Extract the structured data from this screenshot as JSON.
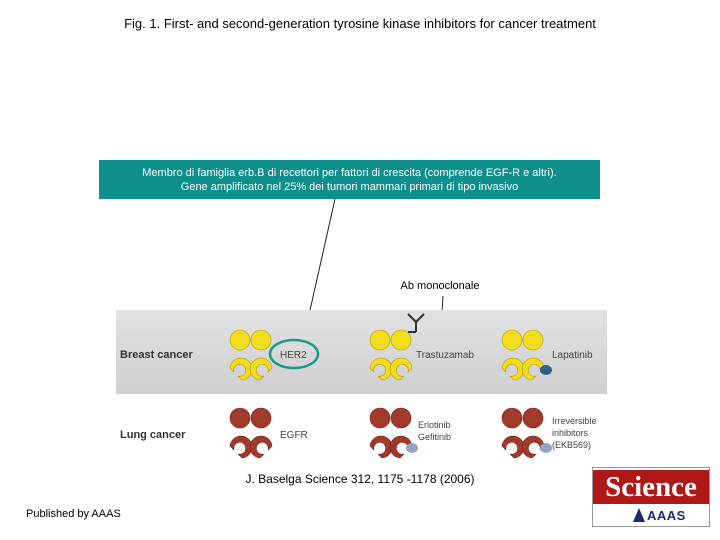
{
  "title": "Fig. 1. First- and second-generation tyrosine kinase inhibitors for cancer treatment",
  "callout": {
    "line1": "Membro di famiglia erb.B di recettori per fattori di crescita (comprende EGF-R e altri).",
    "line2": "Gene amplificato nel 25% dei tumori mammari primari di tipo invasivo",
    "color": "#0e8f8c"
  },
  "ab_label": "Ab monoclonale",
  "figure": {
    "rows": [
      {
        "label": "Breast cancer",
        "receptor_color": "#f2dc1e",
        "items": [
          "HER2",
          "Trastuzamab",
          "Lapatinib"
        ]
      },
      {
        "label": "Lung cancer",
        "receptor_color": "#a23a2a",
        "items": [
          "EGFR",
          "Erlotinib",
          "Gefitinib",
          "Irreversible",
          "inhibitors",
          "(EKB569)"
        ]
      }
    ],
    "highlight_color": "#1a9a8a"
  },
  "citation": "J. Baselga Science 312, 1175 -1178 (2006)",
  "publisher": "Published by AAAS",
  "logo": {
    "word": "Science",
    "org": "AAAS"
  }
}
